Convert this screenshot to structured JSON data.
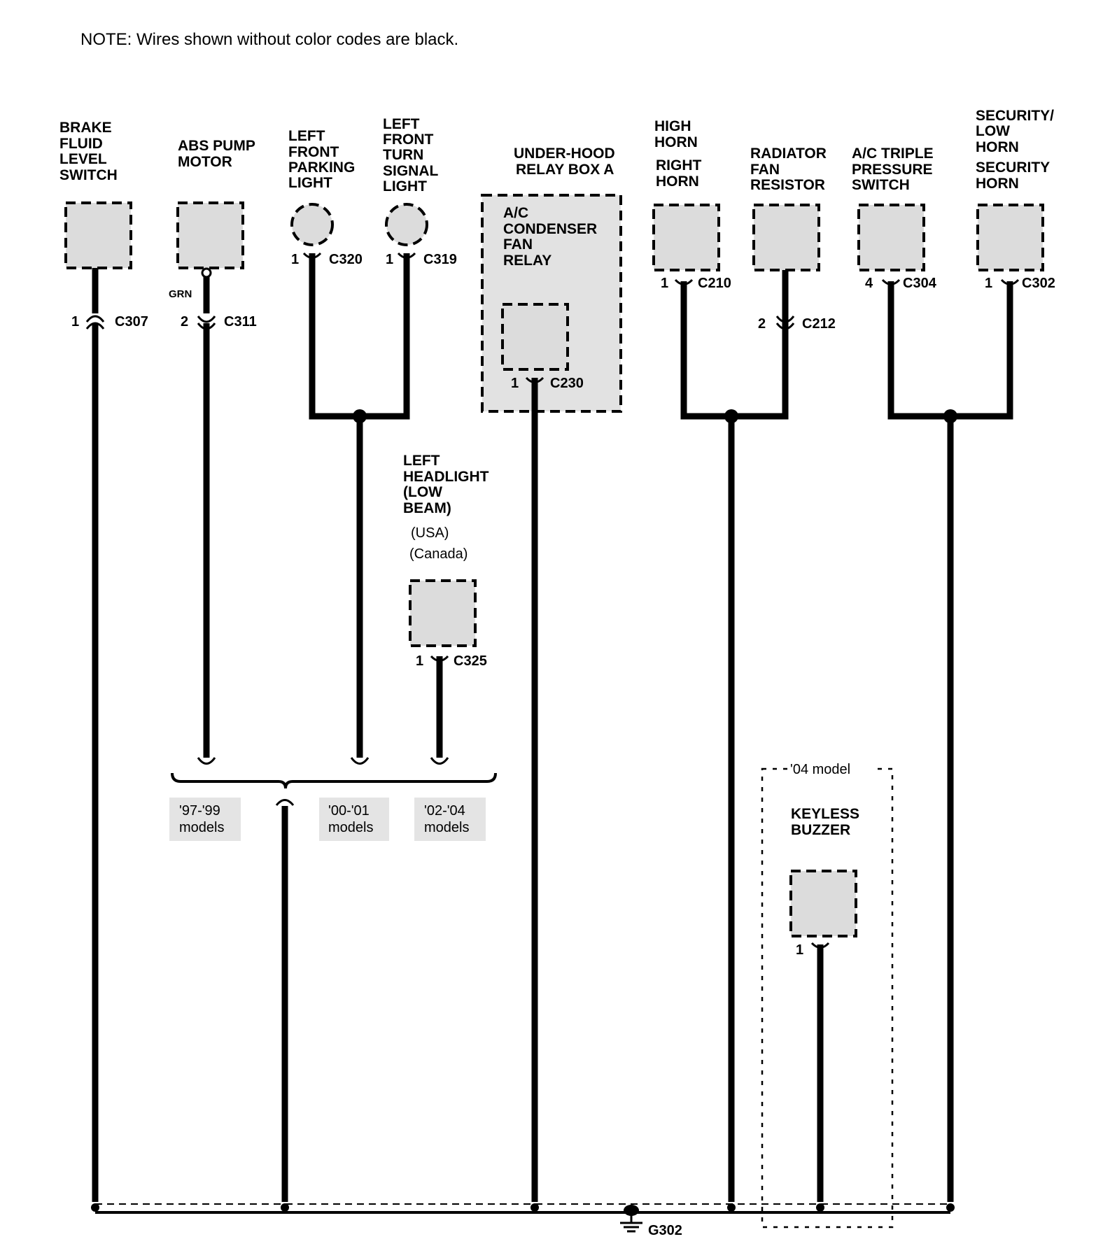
{
  "note": "NOTE: Wires shown without color codes are black.",
  "components": {
    "brake_fluid_switch": [
      "BRAKE",
      "FLUID",
      "LEVEL",
      "SWITCH"
    ],
    "abs_pump_motor": [
      "ABS PUMP",
      "MOTOR"
    ],
    "left_front_parking_light": [
      "LEFT",
      "FRONT",
      "PARKING",
      "LIGHT"
    ],
    "left_front_turn_signal": [
      "LEFT",
      "FRONT",
      "TURN",
      "SIGNAL",
      "LIGHT"
    ],
    "under_hood_relay_box": [
      "UNDER-HOOD",
      "RELAY BOX A"
    ],
    "ac_condenser_fan_relay": [
      "A/C",
      "CONDENSER",
      "FAN",
      "RELAY"
    ],
    "horn": [
      "HIGH",
      "HORN",
      "RIGHT",
      "HORN"
    ],
    "radiator_fan_resistor": [
      "RADIATOR",
      "FAN",
      "RESISTOR"
    ],
    "ac_triple_pressure_switch": [
      "A/C TRIPLE",
      "PRESSURE",
      "SWITCH"
    ],
    "security_horn": [
      "SECURITY/",
      "LOW",
      "HORN",
      "SECURITY",
      "HORN"
    ],
    "left_headlight": [
      "LEFT",
      "HEADLIGHT",
      "(LOW",
      "BEAM)"
    ],
    "headlight_variants": [
      "(USA)",
      "(Canada)"
    ],
    "keyless_buzzer": [
      "KEYLESS",
      "BUZZER"
    ]
  },
  "connectors": {
    "c307": {
      "pin": "1",
      "name": "C307"
    },
    "c311": {
      "pin": "2",
      "name": "C311"
    },
    "c320": {
      "pin": "1",
      "name": "C320"
    },
    "c319": {
      "pin": "1",
      "name": "C319"
    },
    "c230": {
      "pin": "1",
      "name": "C230"
    },
    "c210": {
      "pin": "1",
      "name": "C210"
    },
    "c212": {
      "pin": "2",
      "name": "C212"
    },
    "c304": {
      "pin": "4",
      "name": "C304"
    },
    "c302": {
      "pin": "1",
      "name": "C302"
    },
    "c325": {
      "pin": "1",
      "name": "C325"
    },
    "buzzer_pin": "1"
  },
  "wire_color_abs": "GRN",
  "model_tags": {
    "m97_99": [
      "'97-'99",
      "models"
    ],
    "m00_01": [
      "'00-'01",
      "models"
    ],
    "m02_04": [
      "'02-'04",
      "models"
    ]
  },
  "model_04": "'04 model",
  "ground": "G302"
}
